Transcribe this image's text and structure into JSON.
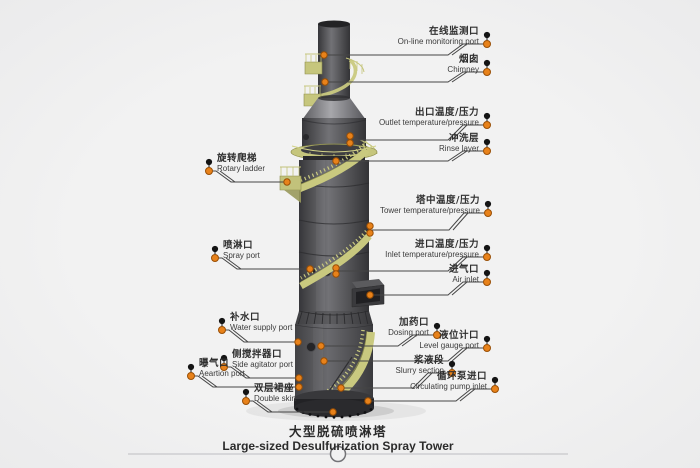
{
  "title": {
    "cn": "大型脱硫喷淋塔",
    "en": "Large-sized Desulfurization Spray Tower"
  },
  "diagram": {
    "subject": "desulfurization-spray-tower",
    "labels_right": [
      {
        "id": "online-monitoring-port",
        "cn": "在线监测口",
        "en": "On-line monitoring port"
      },
      {
        "id": "chimney",
        "cn": "烟囱",
        "en": "Chimney"
      },
      {
        "id": "outlet-temperature-pressure",
        "cn": "出口温度/压力",
        "en": "Outlet temperature/pressure"
      },
      {
        "id": "rinse-layer",
        "cn": "冲洗层",
        "en": "Rinse layer"
      },
      {
        "id": "tower-temperature-pressure",
        "cn": "塔中温度/压力",
        "en": "Tower temperature/pressure"
      },
      {
        "id": "inlet-temperature-pressure",
        "cn": "进口温度/压力",
        "en": "Inlet temperature/pressure"
      },
      {
        "id": "air-inlet",
        "cn": "进气口",
        "en": "Air inlet"
      },
      {
        "id": "dosing-port",
        "cn": "加药口",
        "en": "Dosing port"
      },
      {
        "id": "level-gauge-port",
        "cn": "液位计口",
        "en": "Level gauge port"
      },
      {
        "id": "slurry-section",
        "cn": "浆液段",
        "en": "Slurry section"
      },
      {
        "id": "circulating-pump-inlet",
        "cn": "循环泵进口",
        "en": "Circulating pump inlet"
      }
    ],
    "labels_left": [
      {
        "id": "rotary-ladder",
        "cn": "旋转爬梯",
        "en": "Rotary ladder"
      },
      {
        "id": "spray-port",
        "cn": "喷淋口",
        "en": "Spray port"
      },
      {
        "id": "water-supply-port",
        "cn": "补水口",
        "en": "Water supply port"
      },
      {
        "id": "side-agitator-port",
        "cn": "侧搅拌器口",
        "en": "Side agitator port"
      },
      {
        "id": "aeration-port",
        "cn": "曝气口",
        "en": "Aeartion port"
      },
      {
        "id": "double-skirt",
        "cn": "双层裙座",
        "en": "Double skirt"
      }
    ]
  },
  "icons": {
    "pin_marker": "black-dot-over-orange-dot",
    "pager_dot": "circle-outline"
  },
  "colors": {
    "background": "#f1f1f2",
    "accent_orange": "#e8821a",
    "pin_black": "#141414",
    "ladder_yellow": "#c9c97f",
    "tower_dark": "#4a4a4c",
    "leader_line": "#454545",
    "text": "#2e2e2e"
  }
}
